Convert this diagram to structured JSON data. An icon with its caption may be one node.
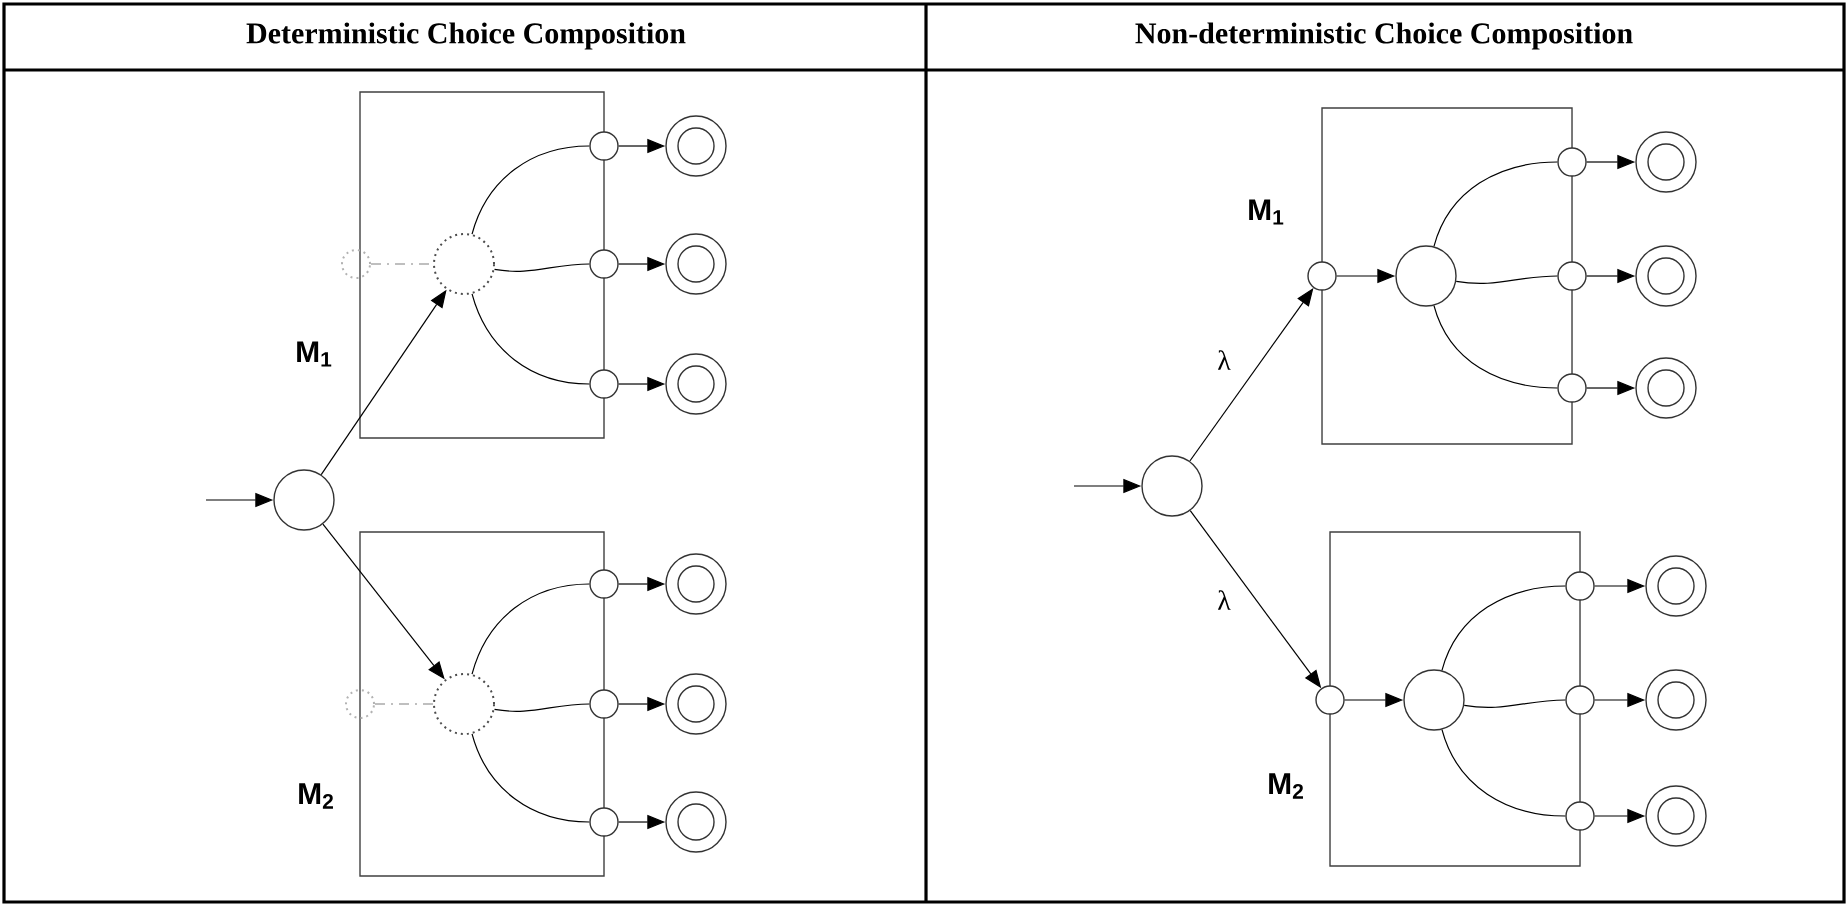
{
  "diagram": {
    "nodes": [
      {
        "text": [
          "M$_{1}$"
        ]
      },
      {
        "text": [
          "M$_{2}$"
        ]
      },
      {
        "text": [],
        "shape": "circle"
      },
      {
        "text": [],
        "shape": "circle",
        "in": 0
      },
      {
        "text": [],
        "shape": "circle"
      },
      {
        "text": [],
        "shape": "circle"
      },
      {
        "text": [],
        "shape": "circle"
      },
      {
        "text": [],
        "shape": "circle"
      },
      {
        "text": [],
        "shape": "circle"
      },
      {
        "text": [],
        "shape": "circle"
      },
      {
        "text": [],
        "shape": "circle"
      },
      {
        "text": [],
        "shape": "circle",
        "in": 1
      },
      {
        "text": [],
        "shape": "circle"
      },
      {
        "text": [],
        "shape": "circle"
      },
      {
        "text": [],
        "shape": "circle"
      },
      {
        "text": [],
        "shape": "circle"
      },
      {
        "text": [],
        "shape": "circle"
      },
      {
        "text": [],
        "shape": "circle"
      },
      {
        "text": [],
        "shape": "circle"
      },
      {
        "text": [
          "M$_{1}$"
        ]
      },
      {
        "text": [
          "M$_{2}$"
        ]
      },
      {
        "text": [],
        "shape": "circle"
      },
      {
        "text": [],
        "shape": "circle"
      },
      {
        "text": [],
        "shape": "circle",
        "in": 19
      },
      {
        "text": [],
        "shape": "circle"
      },
      {
        "text": [],
        "shape": "circle"
      },
      {
        "text": [],
        "shape": "circle"
      },
      {
        "text": [],
        "shape": "circle"
      },
      {
        "text": [],
        "shape": "circle"
      },
      {
        "text": [],
        "shape": "circle"
      },
      {
        "text": [],
        "shape": "circle"
      },
      {
        "text": [],
        "shape": "circle",
        "in": 20
      },
      {
        "text": [],
        "shape": "circle"
      },
      {
        "text": [],
        "shape": "circle"
      },
      {
        "text": [],
        "shape": "circle"
      },
      {
        "text": [],
        "shape": "circle"
      },
      {
        "text": [],
        "shape": "circle"
      },
      {
        "text": [],
        "shape": "circle"
      }
    ],
    "edges": [
      {
        "from": null,
        "to": 2,
        "arrow": "to"
      },
      {
        "from": 2,
        "to": 3,
        "arrow": "to"
      },
      {
        "from": 2,
        "to": 11,
        "arrow": "to"
      },
      {
        "from": 4,
        "to": 3,
        "arrow": "none",
        "style": "dashed",
        "color": "#808080"
      },
      {
        "from": 3,
        "to": 5,
        "arrow": "none"
      },
      {
        "from": 3,
        "to": 6,
        "arrow": "none"
      },
      {
        "from": 3,
        "to": 7,
        "arrow": "none"
      },
      {
        "from": 5,
        "to": 8,
        "arrow": "to"
      },
      {
        "from": 6,
        "to": 9,
        "arrow": "to"
      },
      {
        "from": 7,
        "to": 10,
        "arrow": "to"
      },
      {
        "from": 12,
        "to": 11,
        "arrow": "none",
        "style": "dashed",
        "color": "#808080"
      },
      {
        "from": 11,
        "to": 13,
        "arrow": "none"
      },
      {
        "from": 11,
        "to": 14,
        "arrow": "none"
      },
      {
        "from": 11,
        "to": 15,
        "arrow": "none"
      },
      {
        "from": 13,
        "to": 16,
        "arrow": "to"
      },
      {
        "from": 14,
        "to": 17,
        "arrow": "to"
      },
      {
        "from": 15,
        "to": 18,
        "arrow": "to"
      },
      {
        "from": null,
        "to": 21,
        "arrow": "to"
      },
      {
        "from": 21,
        "to": 22,
        "arrow": "to",
        "label": "λ"
      },
      {
        "from": 21,
        "to": 30,
        "arrow": "to",
        "label": "λ"
      },
      {
        "from": 22,
        "to": 23,
        "arrow": "to"
      },
      {
        "from": 23,
        "to": 24,
        "arrow": "none"
      },
      {
        "from": 23,
        "to": 25,
        "arrow": "none"
      },
      {
        "from": 23,
        "to": 26,
        "arrow": "none"
      },
      {
        "from": 24,
        "to": 27,
        "arrow": "to"
      },
      {
        "from": 25,
        "to": 28,
        "arrow": "to"
      },
      {
        "from": 26,
        "to": 29,
        "arrow": "to"
      },
      {
        "from": 30,
        "to": 31,
        "arrow": "to"
      },
      {
        "from": 31,
        "to": 32,
        "arrow": "none"
      },
      {
        "from": 31,
        "to": 33,
        "arrow": "none"
      },
      {
        "from": 31,
        "to": 34,
        "arrow": "none"
      },
      {
        "from": 32,
        "to": 35,
        "arrow": "to"
      },
      {
        "from": 33,
        "to": 36,
        "arrow": "to"
      },
      {
        "from": 34,
        "to": 37,
        "arrow": "to"
      }
    ],
    "labels": [
      "Deterministic Choice Composition",
      "Non-deterministic Choice Composition"
    ]
  }
}
